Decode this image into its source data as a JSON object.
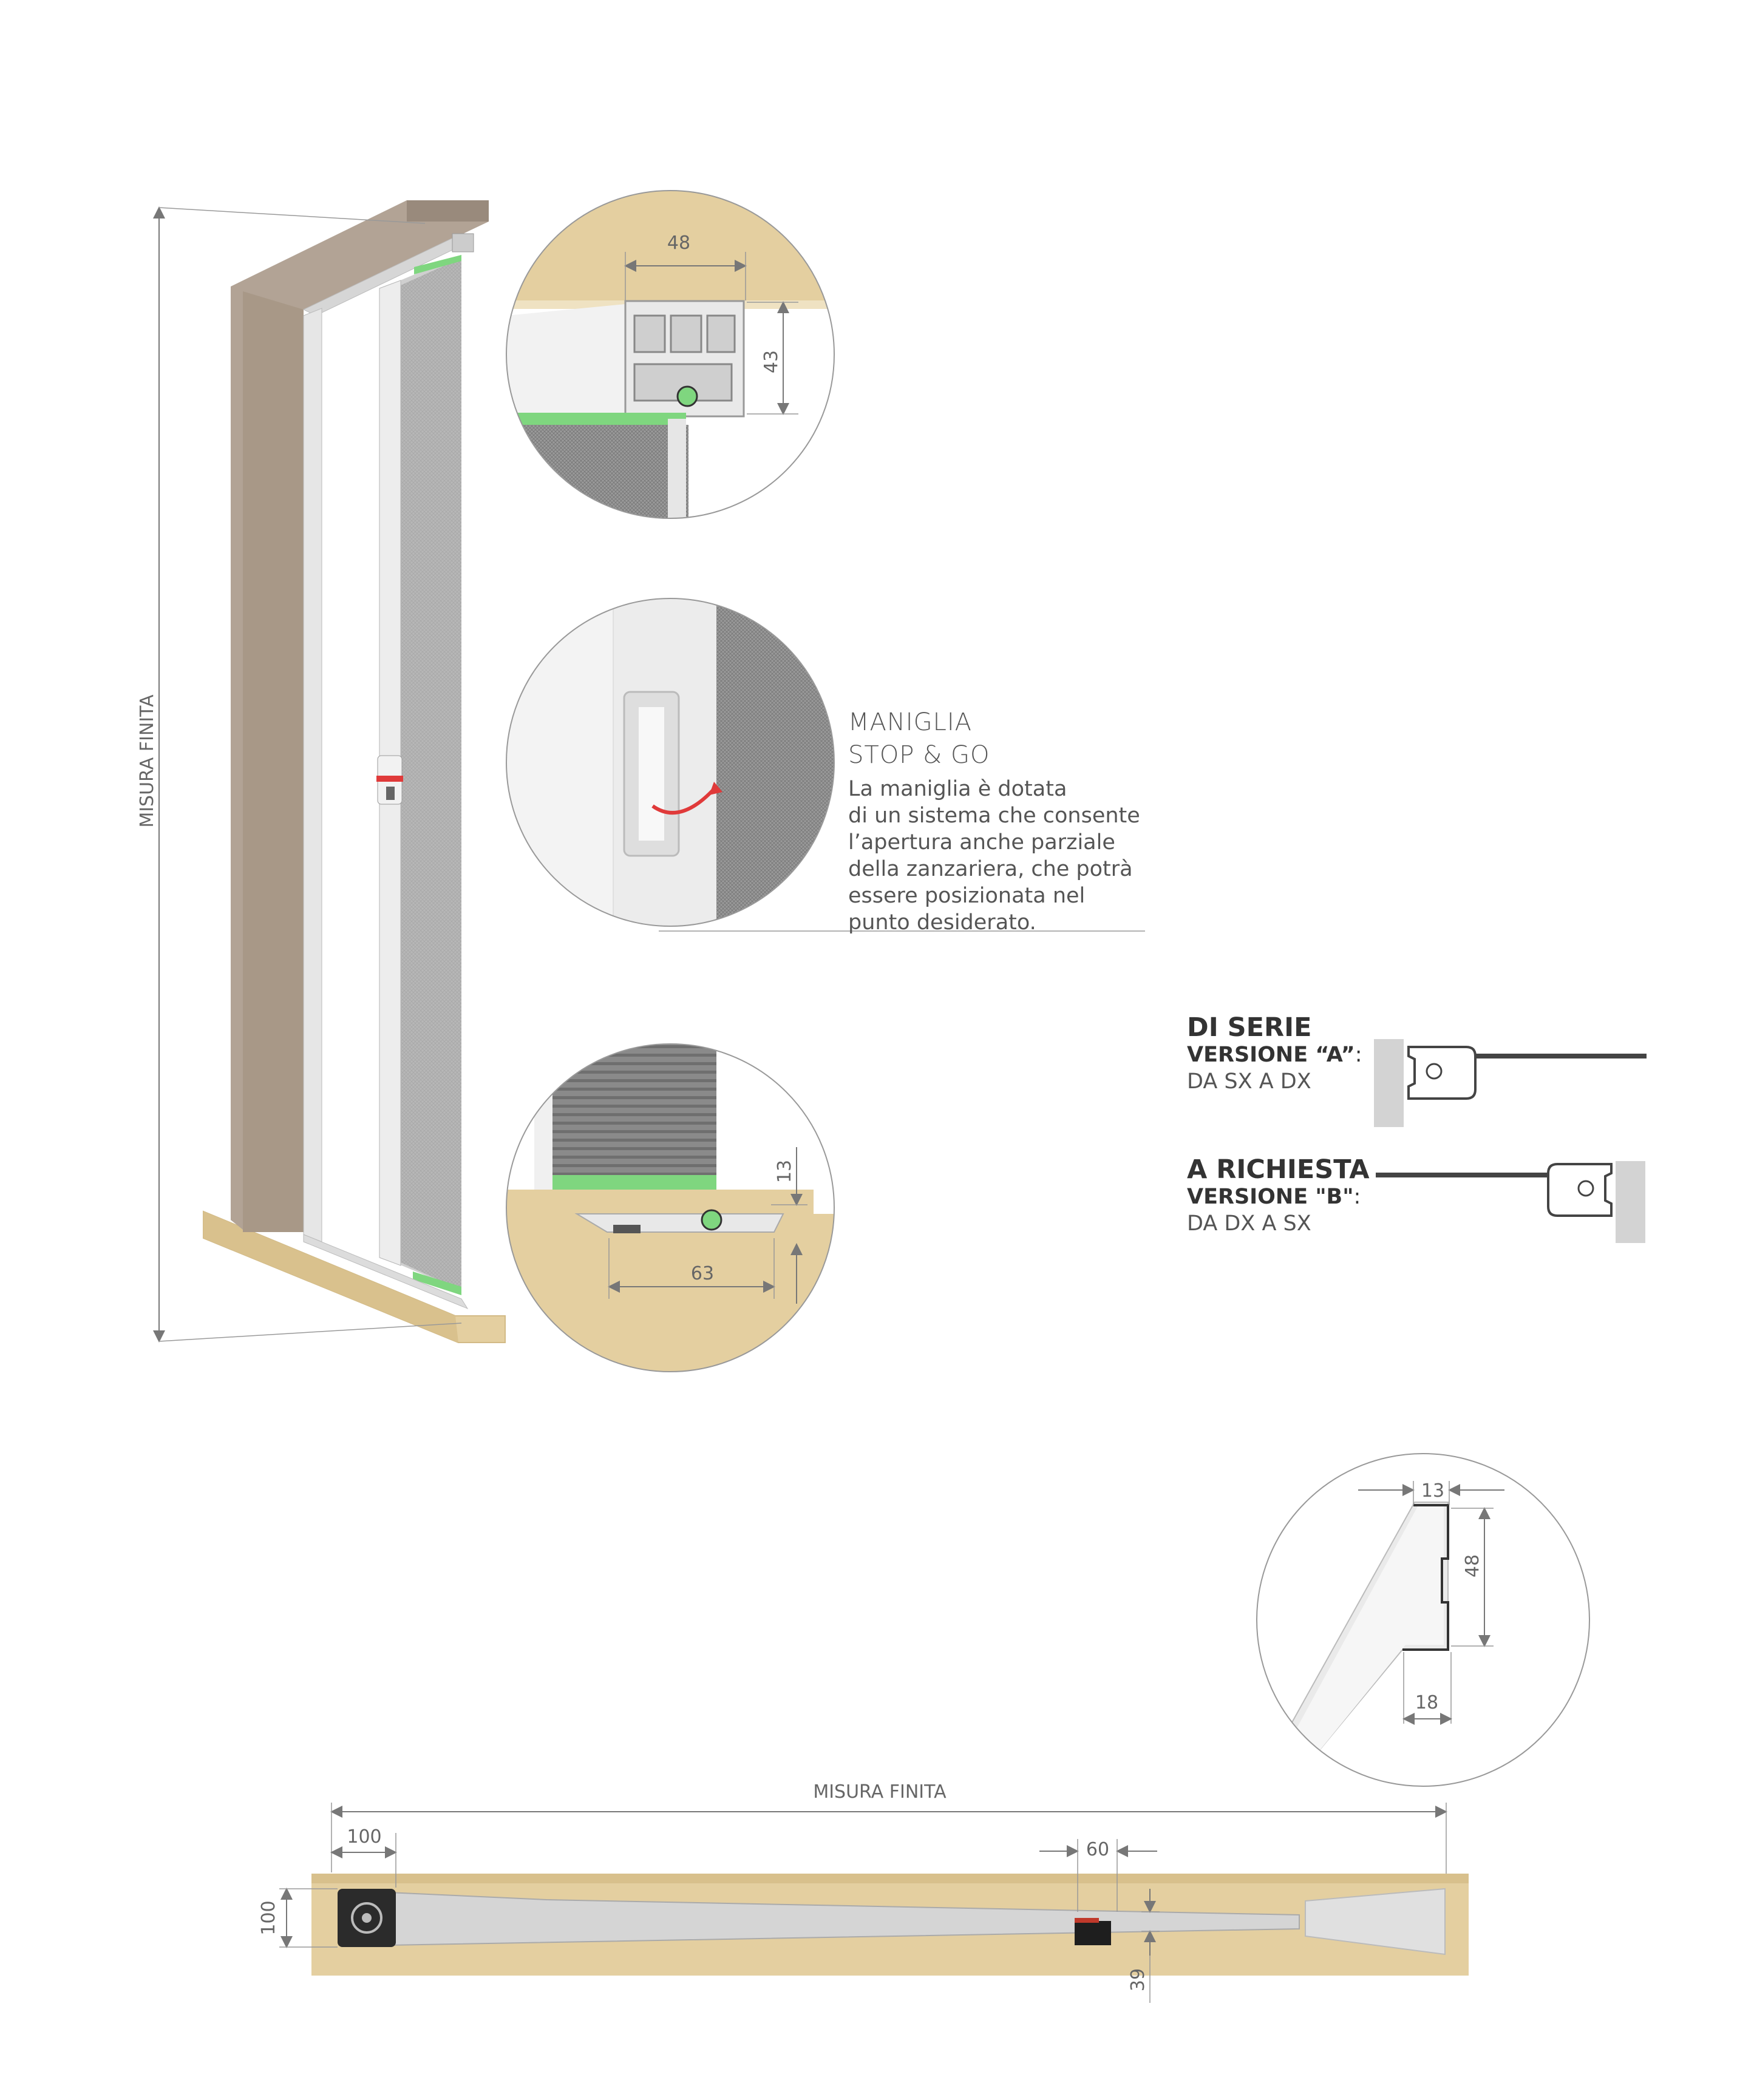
{
  "door": {
    "height_label": "MISURA FINITA"
  },
  "detail_top": {
    "width": "48",
    "height": "43"
  },
  "detail_bottom": {
    "height": "13",
    "width": "63"
  },
  "handle": {
    "title_line1": "MANIGLIA",
    "title_line2": "STOP & GO",
    "desc": [
      "La maniglia è dotata",
      "di un sistema che consente",
      "l’apertura anche parziale",
      "della zanzariera, che potrà",
      "essere posizionata nel",
      "punto desiderato."
    ]
  },
  "options": [
    {
      "title": "DI SERIE",
      "version_prefix": "VERSIONE “A”",
      "direction": "DA SX A DX"
    },
    {
      "title": "A RICHIESTA",
      "version_prefix": "VERSIONE \"B\"",
      "direction": "DA DX A SX"
    }
  ],
  "profile_detail": {
    "top": "13",
    "height": "48",
    "bottom": "18"
  },
  "plan": {
    "width_label": "MISURA FINITA",
    "box_width": "100",
    "box_height": "100",
    "handle_width": "60",
    "track_height": "39"
  },
  "colors": {
    "wall": "#b2a395",
    "floor": "#e4cfa0",
    "aluminium": "#dcdcdc",
    "mesh": "#8e8e8e",
    "seal": "#7fd67f",
    "handle_accent": "#e03a3a",
    "dim_line": "#777777"
  }
}
